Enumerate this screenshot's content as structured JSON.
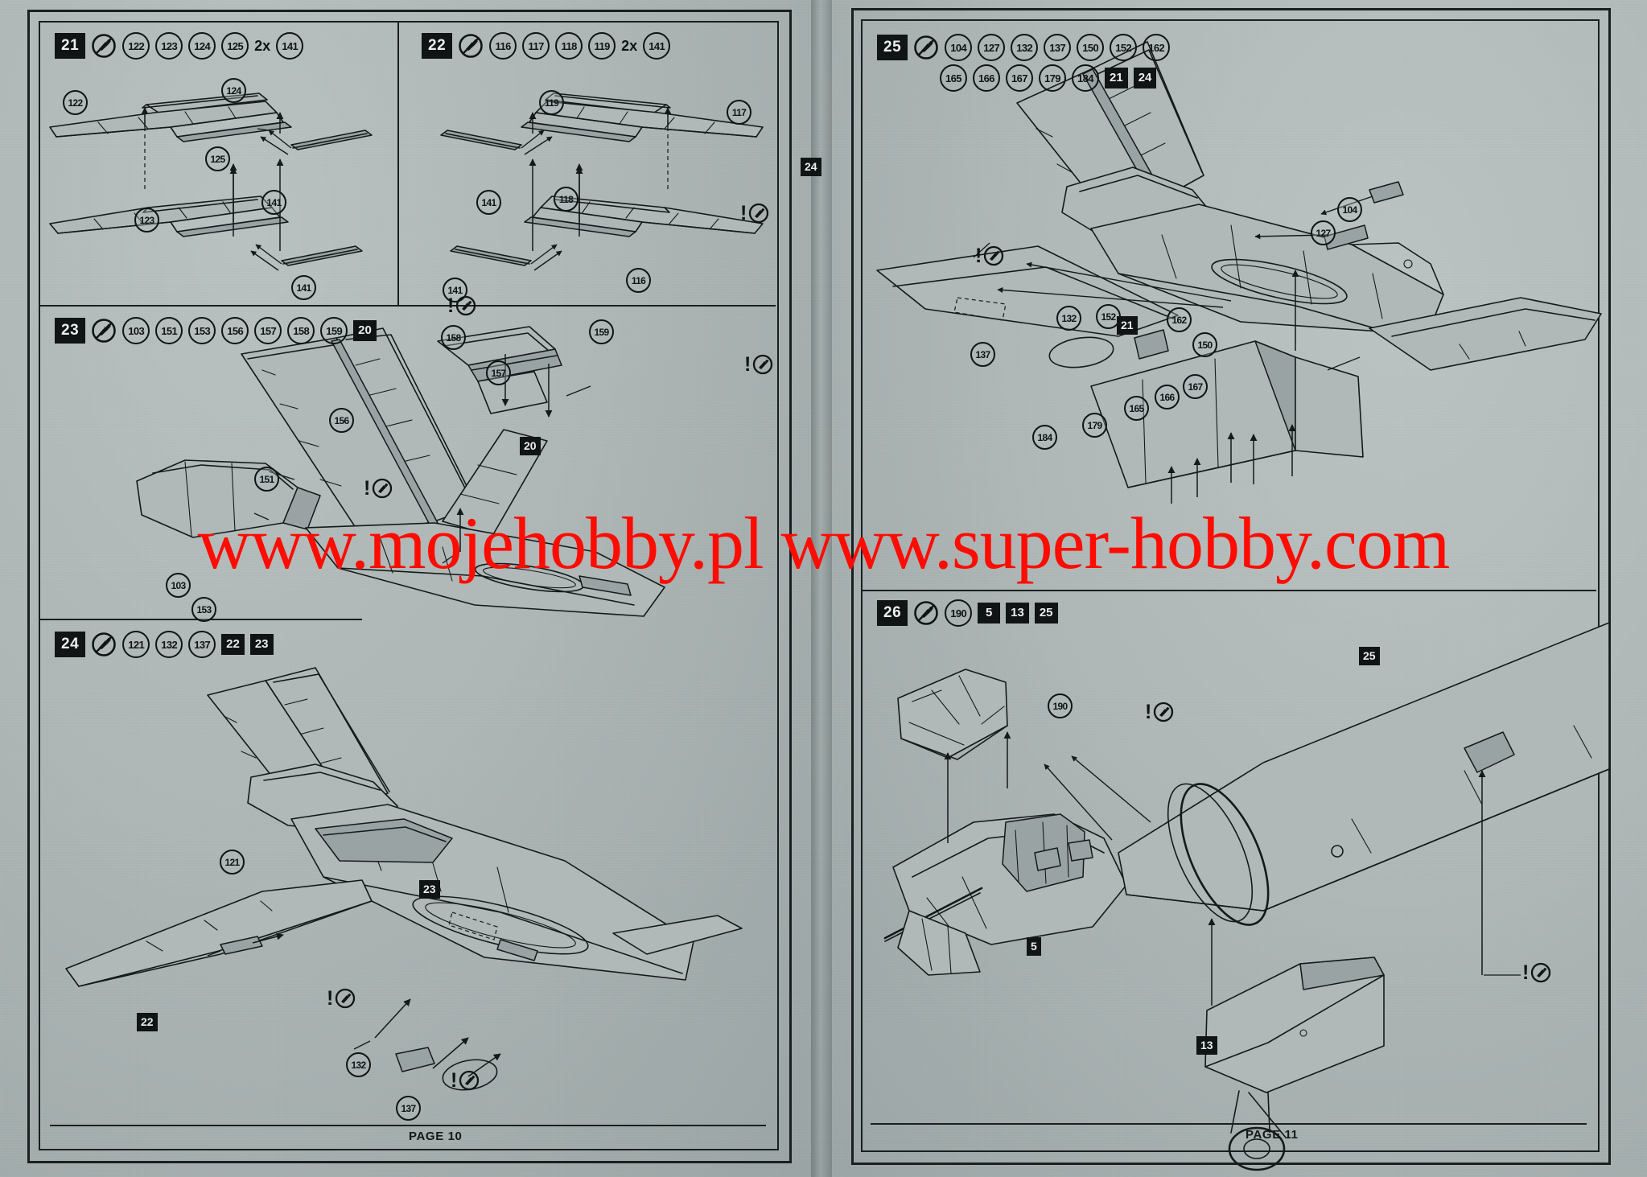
{
  "document": {
    "kind": "model-kit-assembly-instructions",
    "watermark": "www.mojehobby.pl www.super-hobby.com",
    "accent_red": "#ff0b00",
    "paper_color": "#aeb7b6",
    "ink_color": "#14191a"
  },
  "left_page": {
    "footer": "PAGE 10",
    "steps": [
      {
        "number": "21",
        "icon": "glue-icon",
        "parts": [
          "122",
          "123",
          "124",
          "125"
        ],
        "multiplier": "2x",
        "parts_after_multiplier": [
          "141"
        ],
        "subassemblies": [],
        "callouts": [
          {
            "label": "122"
          },
          {
            "label": "124"
          },
          {
            "label": "125"
          },
          {
            "label": "141"
          },
          {
            "label": "123"
          },
          {
            "label": "141"
          }
        ]
      },
      {
        "number": "22",
        "icon": "glue-icon",
        "parts": [
          "116",
          "117",
          "118",
          "119"
        ],
        "multiplier": "2x",
        "parts_after_multiplier": [
          "141"
        ],
        "subassemblies": [],
        "callouts": [
          {
            "label": "119"
          },
          {
            "label": "117"
          },
          {
            "label": "141"
          },
          {
            "label": "118"
          },
          {
            "label": "116"
          },
          {
            "label": "141"
          }
        ]
      },
      {
        "number": "23",
        "icon": "glue-icon",
        "parts": [
          "103",
          "151",
          "153",
          "156",
          "157",
          "158",
          "159"
        ],
        "multiplier": "",
        "parts_after_multiplier": [],
        "subassemblies": [
          "20"
        ],
        "callouts": [
          {
            "label": "158"
          },
          {
            "label": "159"
          },
          {
            "label": "157"
          },
          {
            "label": "156"
          },
          {
            "label": "151"
          },
          {
            "label": "103"
          },
          {
            "label": "153"
          }
        ],
        "warnings": 2
      },
      {
        "number": "24",
        "icon": "glue-icon",
        "parts": [
          "121",
          "132",
          "137"
        ],
        "multiplier": "",
        "parts_after_multiplier": [],
        "subassemblies": [
          "22",
          "23"
        ],
        "callouts": [
          {
            "label": "121"
          },
          {
            "label": "132"
          },
          {
            "label": "137"
          }
        ],
        "tags": [
          "23",
          "22"
        ],
        "warnings": 2
      }
    ]
  },
  "right_page": {
    "footer": "PAGE 11",
    "steps": [
      {
        "number": "25",
        "icon": "glue-icon",
        "parts_row1": [
          "104",
          "127",
          "132",
          "137",
          "150",
          "152",
          "162"
        ],
        "parts_row2": [
          "165",
          "166",
          "167",
          "179",
          "184"
        ],
        "subassemblies": [
          "21",
          "24"
        ],
        "callouts": [
          {
            "label": "104"
          },
          {
            "label": "127"
          },
          {
            "label": "132"
          },
          {
            "label": "137"
          },
          {
            "label": "152"
          },
          {
            "label": "162"
          },
          {
            "label": "150"
          },
          {
            "label": "167"
          },
          {
            "label": "166"
          },
          {
            "label": "165"
          },
          {
            "label": "179"
          },
          {
            "label": "184"
          }
        ],
        "tags": [
          "24",
          "21"
        ],
        "warnings": 3
      },
      {
        "number": "26",
        "icon": "glue-icon",
        "parts": [
          "190"
        ],
        "subassemblies": [
          "5",
          "13",
          "25"
        ],
        "callouts": [
          {
            "label": "190"
          }
        ],
        "tags": [
          "25",
          "5",
          "13"
        ],
        "warnings": 2
      }
    ]
  }
}
